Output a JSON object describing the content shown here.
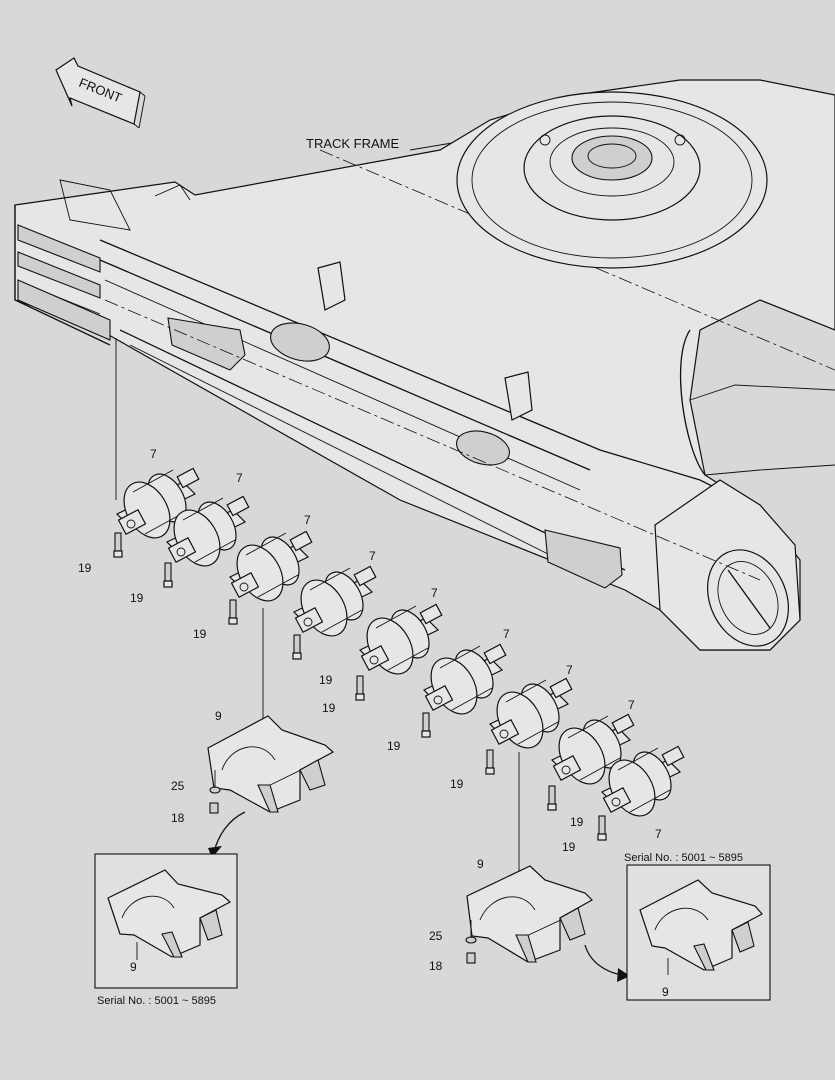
{
  "labels": {
    "front": "FRONT",
    "track_frame": "TRACK FRAME",
    "serial_left": "Serial No. : 5001 ~ 5895",
    "serial_right": "Serial No. : 5001 ~ 5895"
  },
  "part_numbers": {
    "roller": "7",
    "bolt": "19",
    "guard": "9",
    "washer": "25",
    "guard_bolt": "18"
  }
}
